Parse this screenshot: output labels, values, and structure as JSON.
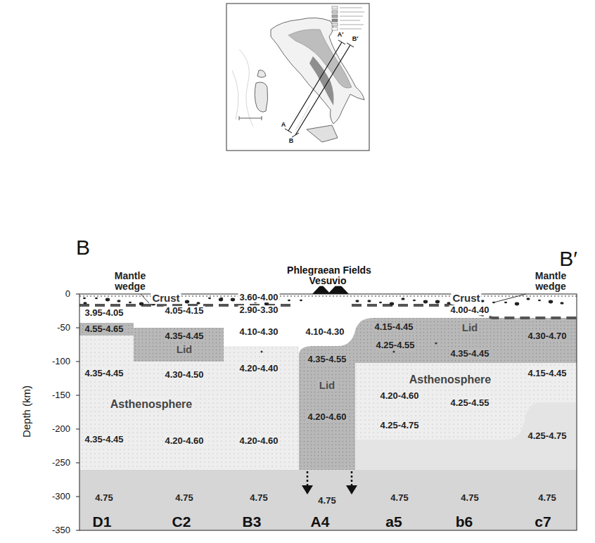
{
  "diagram": {
    "labels": [
      "B",
      "B′",
      "Mantle wedge",
      "Phlegraean Fields",
      "Vesuvio",
      "Mantle wedge",
      "Crust",
      "Crust",
      "3.95-4.05",
      "4.55-4.65",
      "4.35-4.45",
      "4.35-4.45",
      "4.75",
      "4.05-4.15",
      "4.35-4.45",
      "Lid",
      "4.30-4.50",
      "4.20-4.60",
      "4.75",
      "3.60-4.00",
      "2.90-3.30",
      "4.10-4.30",
      "4.20-4.40",
      "4.20-4.60",
      "4.75",
      "4.10-4.30",
      "4.35-4.55",
      "Lid",
      "4.20-4.60",
      "4.75",
      "4.15-4.45",
      "4.25-4.55",
      "4.20-4.60",
      "4.25-4.75",
      "4.75",
      "4.00-4.40",
      "Lid",
      "4.35-4.45",
      "4.25-4.55",
      "4.75",
      "4.30-4.70",
      "4.15-4.45",
      "4.25-4.75",
      "4.75",
      "Asthenosphere",
      "Asthenosphere",
      "D1",
      "C2",
      "B3",
      "A4",
      "a5",
      "b6",
      "c7",
      "Depth (km)",
      "0",
      "-50",
      "-100",
      "-150",
      "-200",
      "-250",
      "-300",
      "-350",
      "A",
      "A′",
      "B",
      "B′"
    ]
  }
}
